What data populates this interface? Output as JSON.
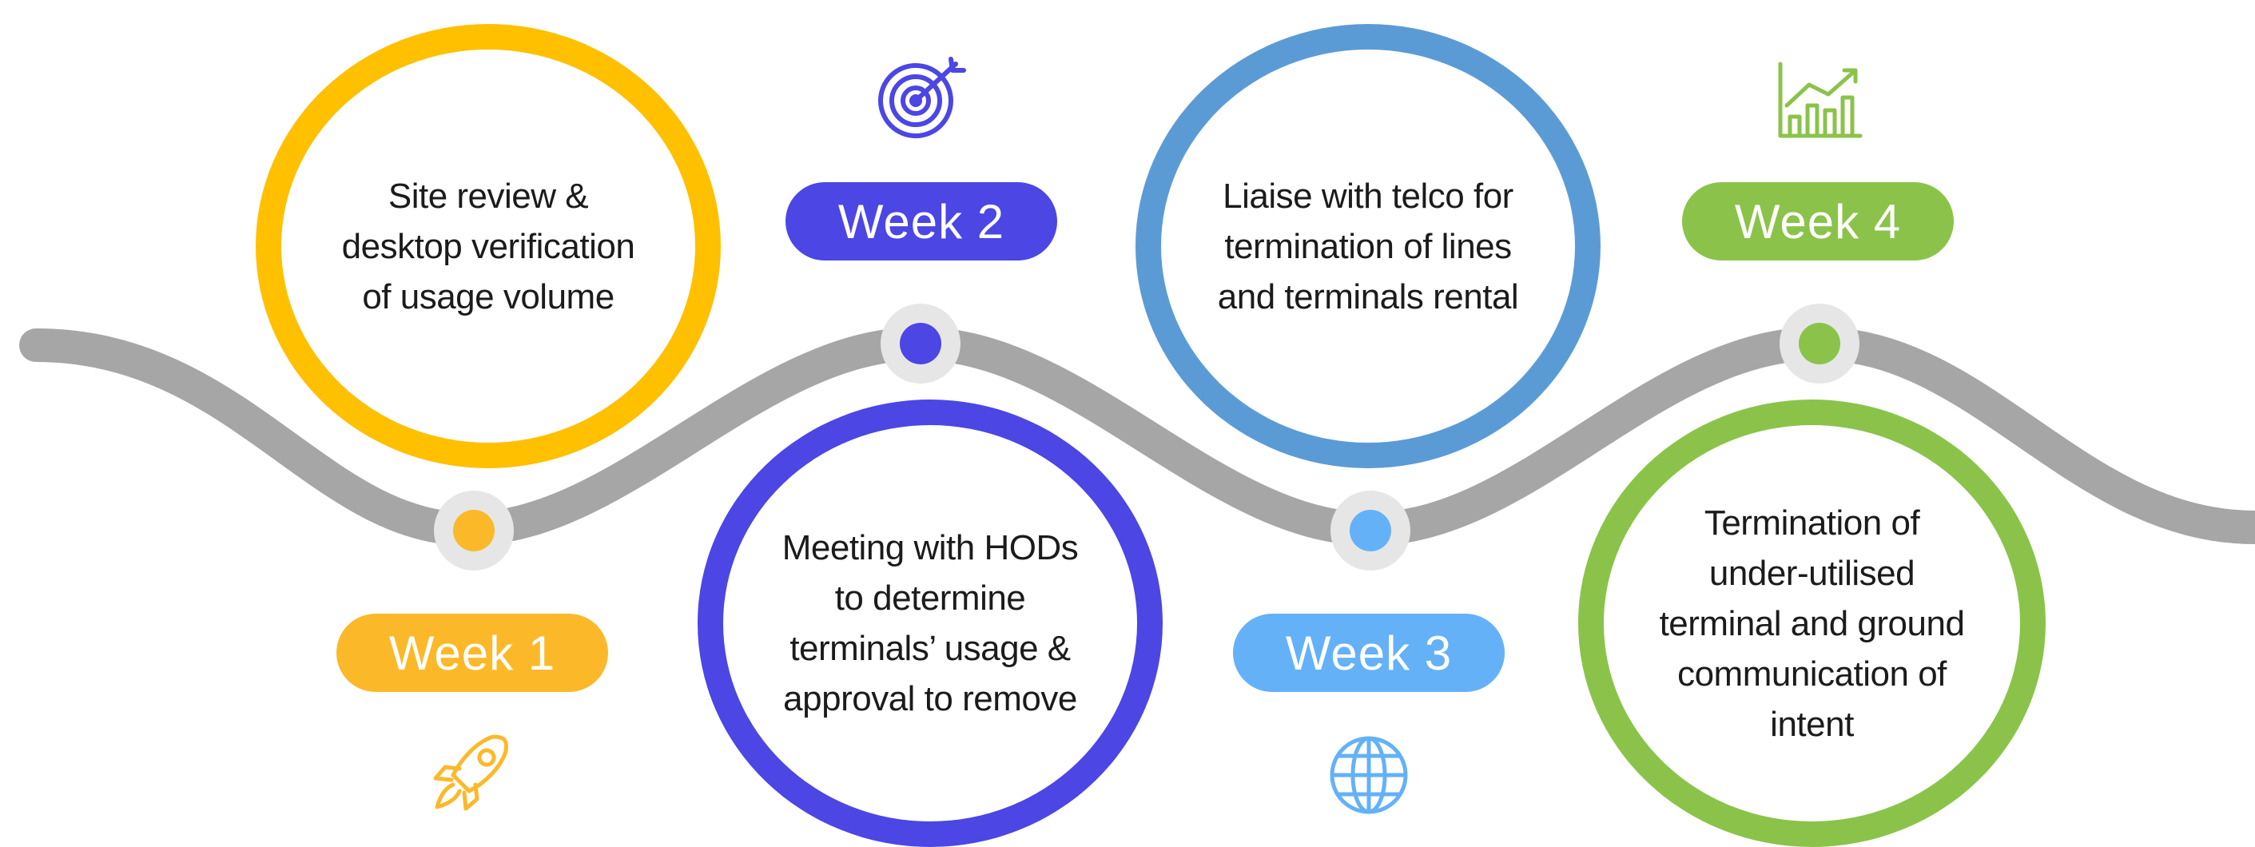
{
  "colors": {
    "road": "#a6a6a6",
    "node_ring": "#e6e6e6",
    "week1": "#fbb92a",
    "week1_ring": "#ffc000",
    "week2": "#4b46e4",
    "week3": "#64b1f7",
    "week3_ring": "#5b9bd5",
    "week4": "#8bc34a",
    "text": "#1b1b1b"
  },
  "steps": [
    {
      "week_label": "Week 1",
      "description": "Site review &\ndesktop verification\nof usage volume",
      "icon": "rocket-icon"
    },
    {
      "week_label": "Week 2",
      "description": "Meeting with HODs\nto determine\nterminals’ usage &\napproval to remove",
      "icon": "target-icon"
    },
    {
      "week_label": "Week 3",
      "description": "Liaise with telco for\ntermination of lines\nand terminals rental",
      "icon": "globe-icon"
    },
    {
      "week_label": "Week 4",
      "description": "Termination of\nunder-utilised\nterminal and ground\ncommunication of\nintent",
      "icon": "growth-chart-icon"
    }
  ]
}
